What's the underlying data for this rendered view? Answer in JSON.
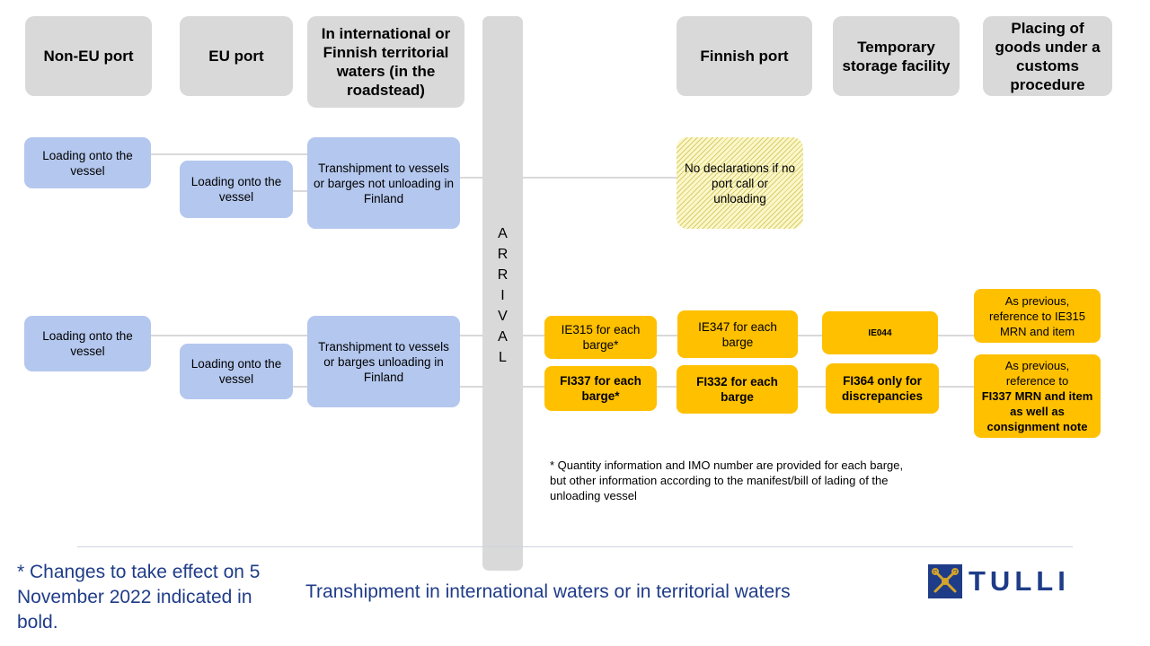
{
  "headers": {
    "non_eu_port": "Non-EU port",
    "eu_port": "EU port",
    "international_waters": "In international or Finnish territorial waters (in the roadstead)",
    "finnish_port": "Finnish port",
    "temporary_storage": "Temporary storage facility",
    "customs_procedure": "Placing of goods under a customs procedure"
  },
  "arrival_letters": [
    "A",
    "R",
    "R",
    "I",
    "V",
    "A",
    "L"
  ],
  "row1": {
    "non_eu_loading": "Loading onto the vessel",
    "eu_loading": "Loading onto the vessel",
    "transhipment": "Transhipment to vessels or barges not unloading in Finland",
    "no_declarations": "No declarations if no port call or unloading"
  },
  "row2": {
    "non_eu_loading": "Loading onto the vessel",
    "eu_loading": "Loading onto the vessel",
    "transhipment": "Transhipment to vessels or barges unloading in Finland",
    "ie315": "IE315 for each barge*",
    "ie347": "IE347 for each barge",
    "ie044": "IE044",
    "as_previous_ie315": "As previous, reference to IE315 MRN and item",
    "fi337": "FI337 for each barge*",
    "fi332": "FI332 for each barge",
    "fi364": "FI364 only for discrepancies",
    "as_previous_fi337_prefix": "As previous, reference to",
    "as_previous_fi337_bold": "FI337 MRN and item as well as consignment note"
  },
  "footnote": "* Quantity information and IMO  number are provided for each barge, but other information according to the manifest/bill of lading of the unloading vessel",
  "changes_note": "* Changes to take effect on 5 November 2022 indicated in bold.",
  "page_title": "Transhipment in international waters or in territorial waters",
  "logo": {
    "text": "TULLI",
    "icon": "customs-emblem-icon"
  },
  "colors": {
    "header_gray": "#d9d9d9",
    "light_blue": "#b4c7ee",
    "orange": "#ffc000",
    "brand_blue": "#1f3c88"
  }
}
